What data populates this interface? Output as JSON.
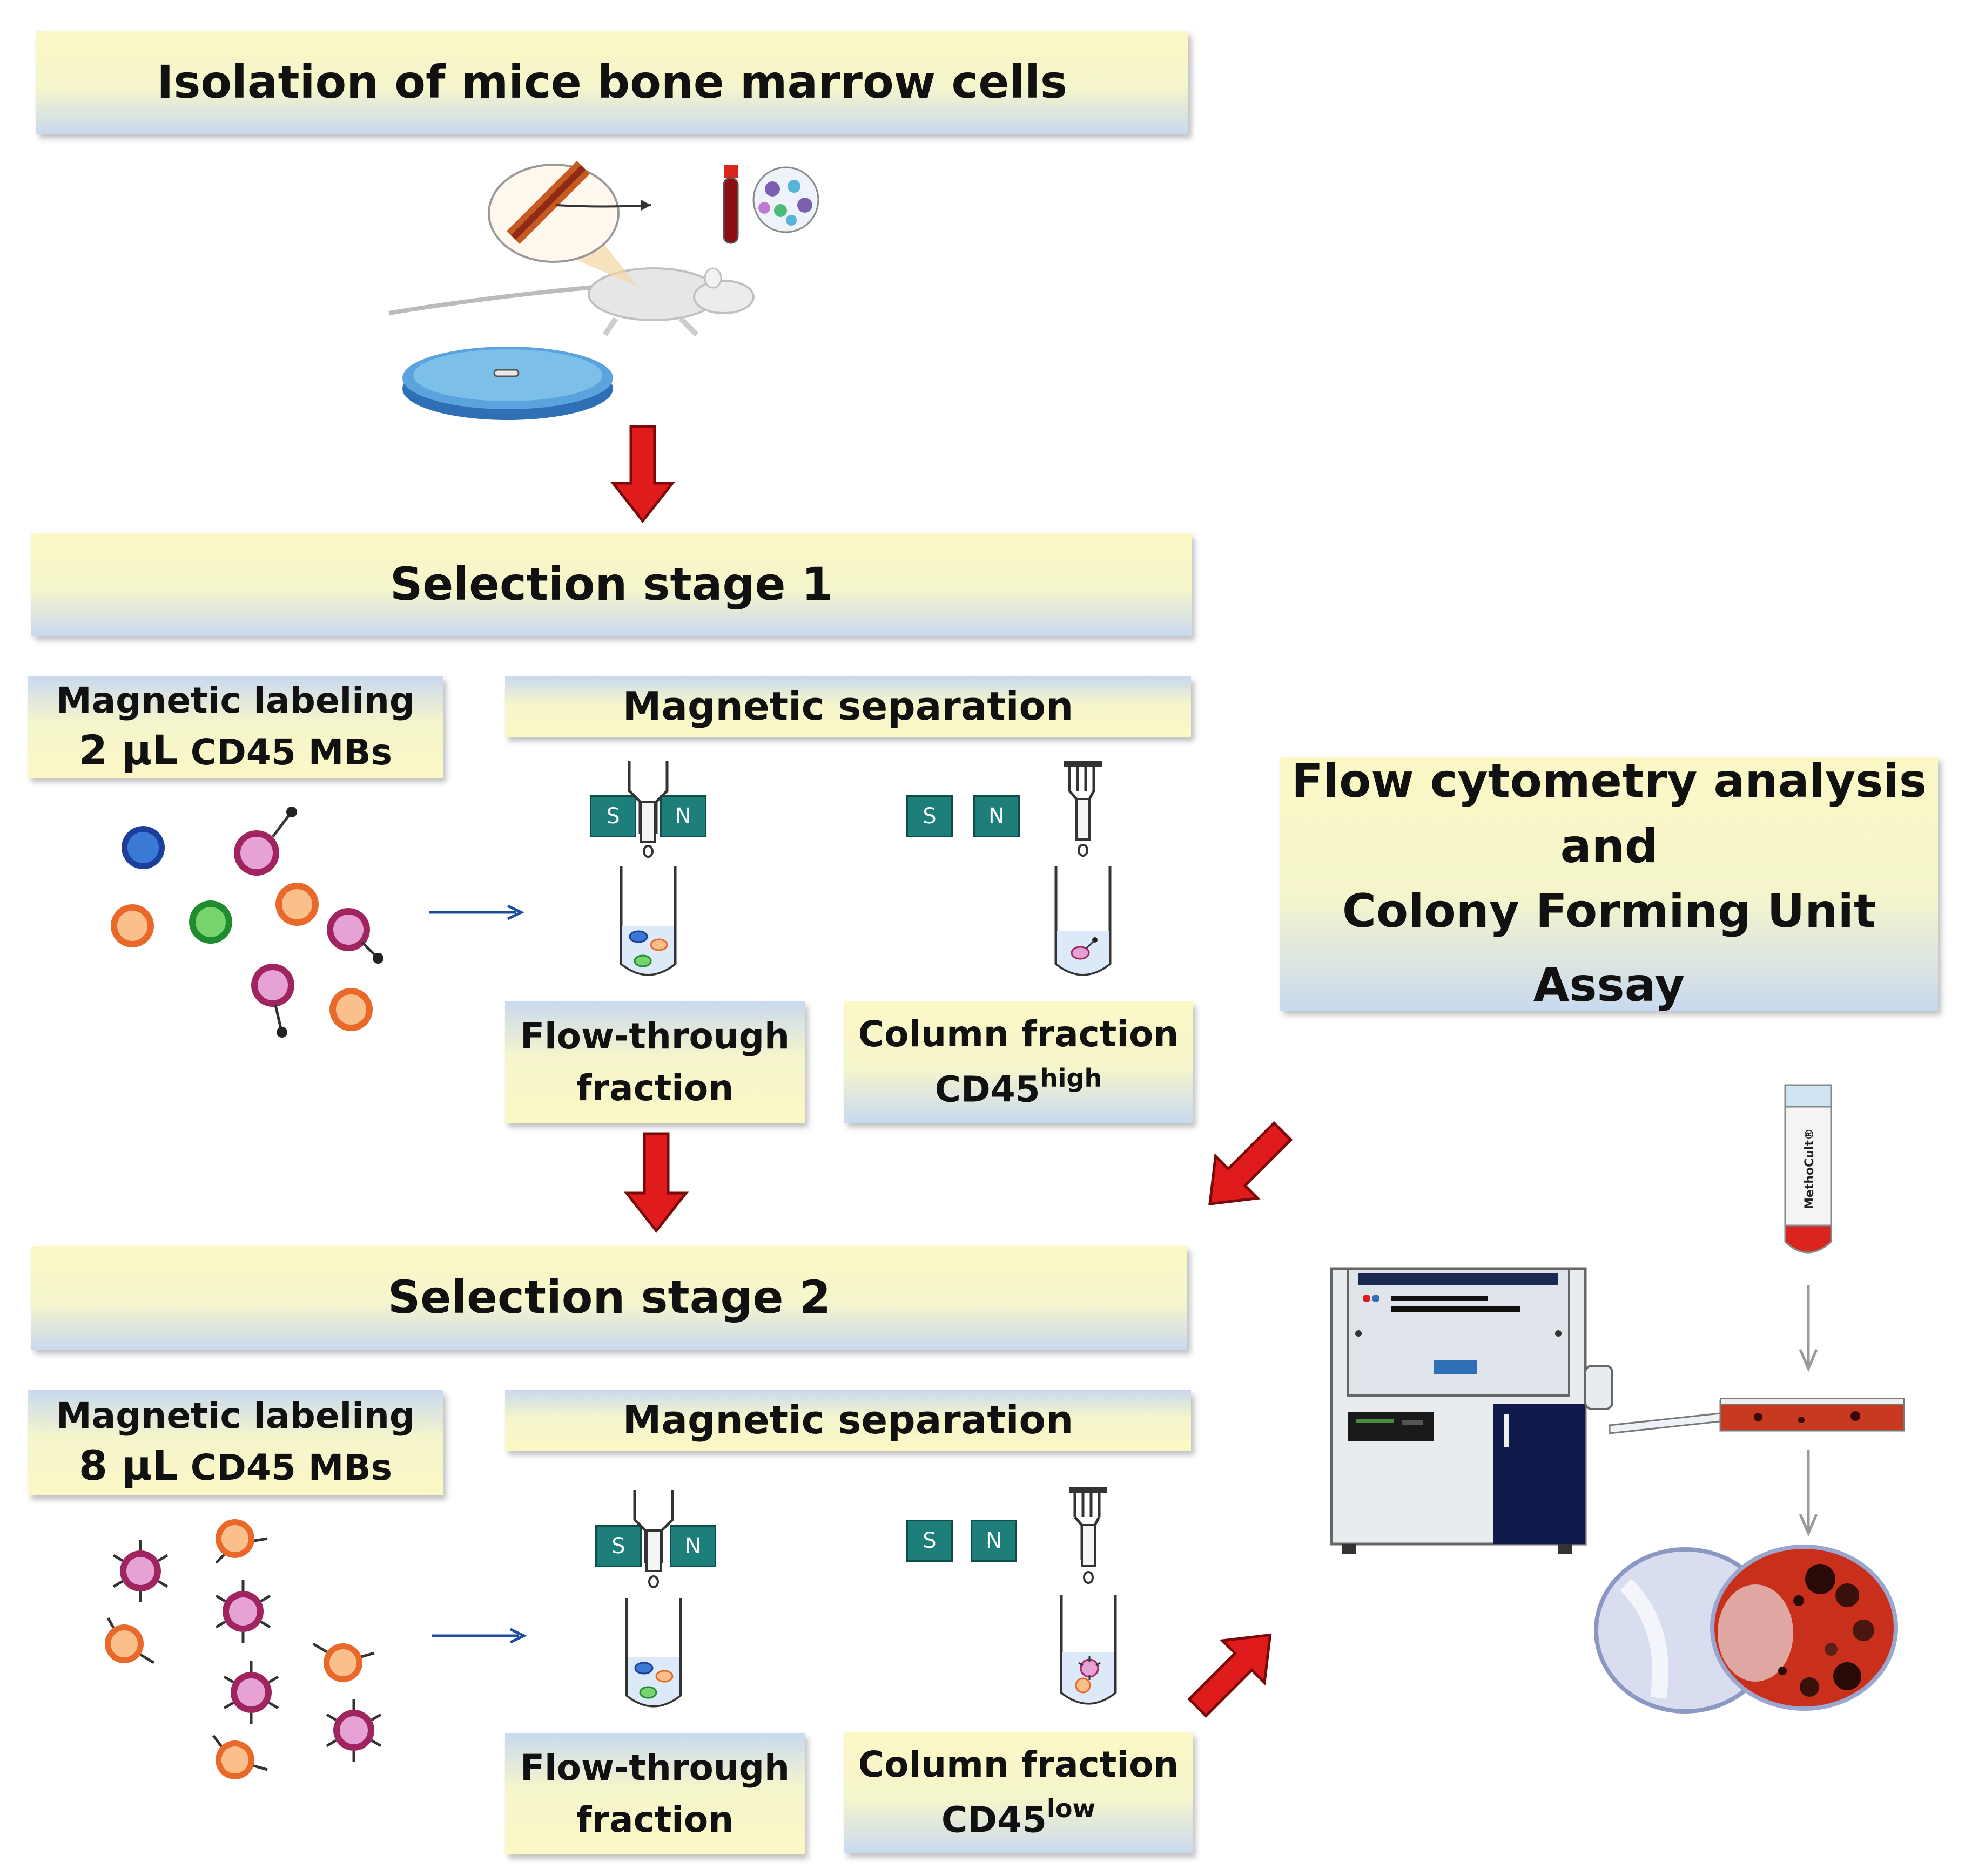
{
  "header": {
    "title": "Isolation of mice bone marrow cells"
  },
  "stage1": {
    "title": "Selection stage 1",
    "labeling": {
      "line1": "Magnetic labeling",
      "amount": "2 µL",
      "reagent": "CD45 MBs"
    },
    "separation": "Magnetic separation",
    "magnet_s": "S",
    "magnet_n": "N",
    "flowthrough": {
      "line1": "Flow-through",
      "line2": "fraction"
    },
    "column": {
      "line1": "Column fraction",
      "marker": "CD45",
      "superscript": "high"
    }
  },
  "stage2": {
    "title": "Selection stage 2",
    "labeling": {
      "line1": "Magnetic labeling",
      "amount": "8 µL",
      "reagent": "CD45 MBs"
    },
    "separation": "Magnetic separation",
    "magnet_s": "S",
    "magnet_n": "N",
    "flowthrough": {
      "line1": "Flow-through",
      "line2": "fraction"
    },
    "column": {
      "line1": "Column fraction",
      "marker": "CD45",
      "superscript": "low"
    }
  },
  "analysis": {
    "line1": "Flow cytometry analysis",
    "line2": "and",
    "line3": "Colony Forming Unit Assay"
  },
  "tube_label": "MethoCult®",
  "colors": {
    "arrow_red": "#e01b1b",
    "arrow_blue": "#1f4e9c",
    "magnet": "#1e7f7a",
    "banner_yellow": "#fbf8c6",
    "banner_blue": "#c9d9ef"
  }
}
